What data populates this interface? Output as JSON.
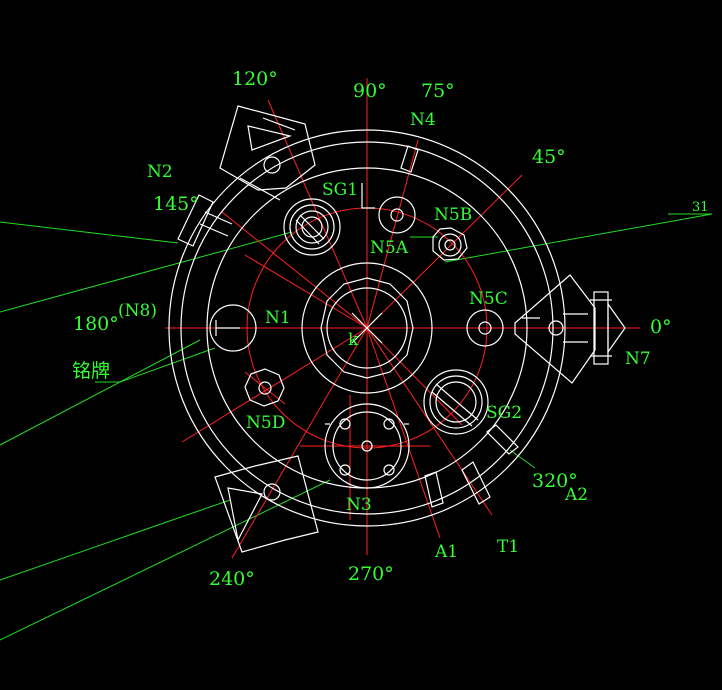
{
  "colors": {
    "background": "#000000",
    "outline": "#ffffff",
    "centerline": "#ff2020",
    "annotation": "#33ff33"
  },
  "labels": {
    "a0": "0°",
    "a45": "45°",
    "a75": "75°",
    "a90": "90°",
    "a120": "120°",
    "a145": "145°",
    "a180": "180°",
    "a240": "240°",
    "a270": "270°",
    "a320": "320°",
    "n1": "N1",
    "n2": "N2",
    "n3": "N3",
    "n4": "N4",
    "n5a": "N5A",
    "n5b": "N5B",
    "n5c": "N5C",
    "n5d": "N5D",
    "n7": "N7",
    "n8": "(N8)",
    "sg1": "SG1",
    "sg2": "SG2",
    "a1": "A1",
    "a2": "A2",
    "t1": "T1",
    "k": "k",
    "nameplate": "铭牌",
    "ref31": "31"
  }
}
